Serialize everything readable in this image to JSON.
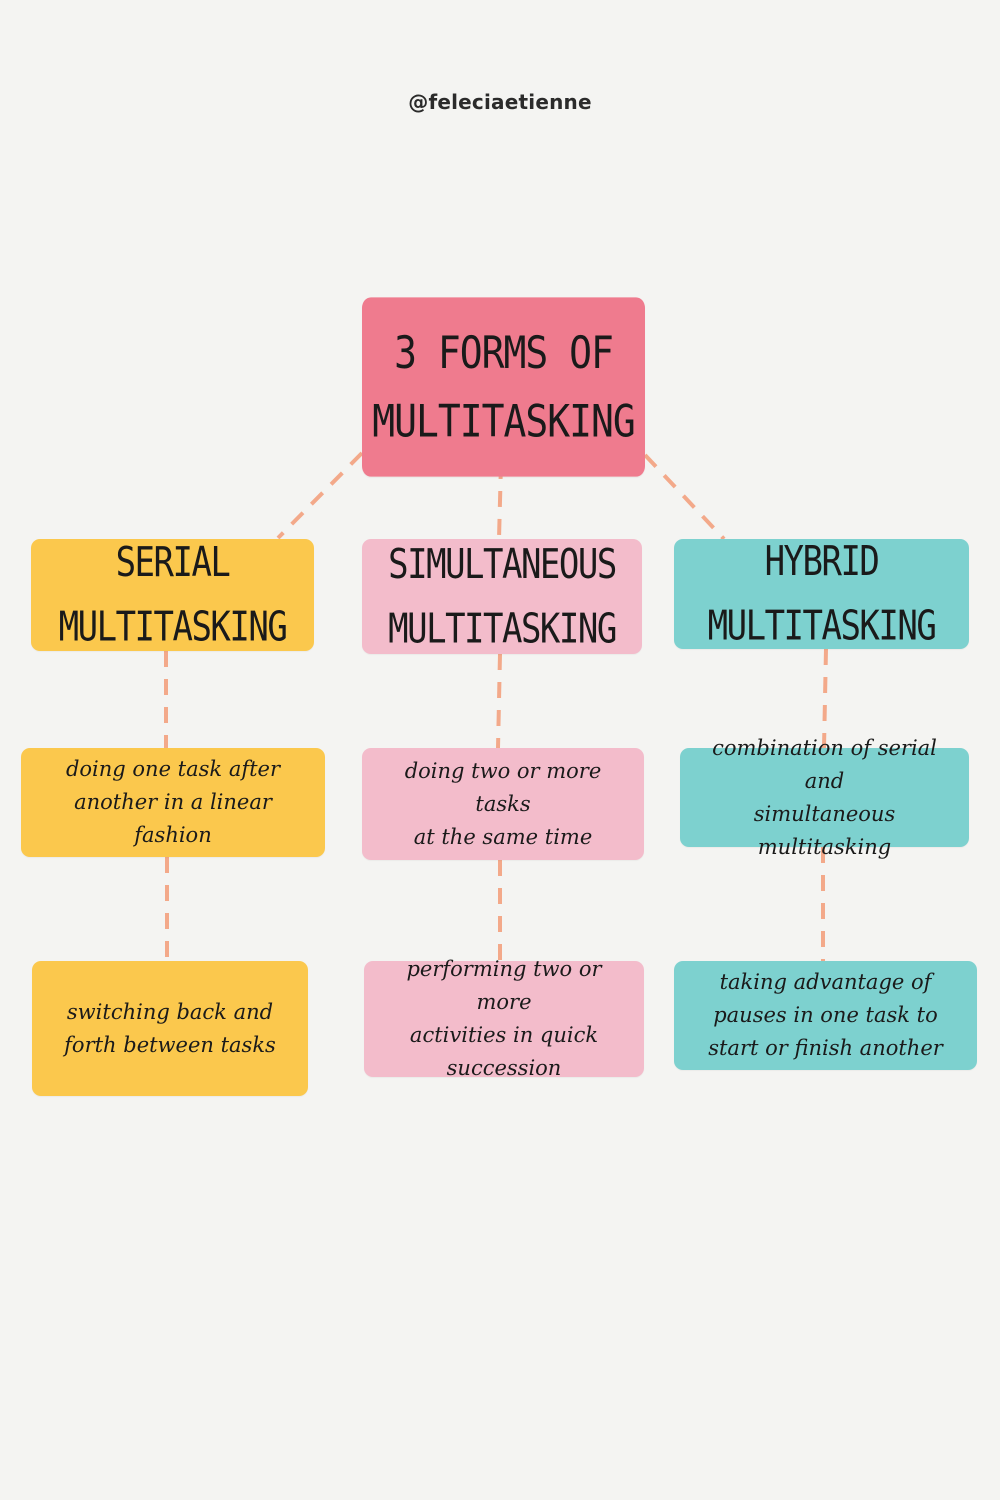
{
  "handle": "@feleciaetienne",
  "title": "3 FORMS OF\nMULTITASKING",
  "colors": {
    "background": "#f4f4f2",
    "title": "#ef7b8e",
    "serial": "#fbc84d",
    "simultaneous": "#f3bccb",
    "hybrid": "#7dd1cf",
    "connector": "#f3a98a"
  },
  "columns": [
    {
      "heading": "SERIAL\nMULTITASKING",
      "items": [
        "doing one task after\nanother in a linear fashion",
        "switching back and\nforth between tasks"
      ]
    },
    {
      "heading": "SIMULTANEOUS\nMULTITASKING",
      "items": [
        "doing two or more tasks\nat the same time",
        "performing two or more\nactivities in quick\nsuccession"
      ]
    },
    {
      "heading": "HYBRID\nMULTITASKING",
      "items": [
        "combination of serial and\nsimultaneous multitasking",
        "taking advantage of\npauses in one task to\nstart or finish another"
      ]
    }
  ]
}
